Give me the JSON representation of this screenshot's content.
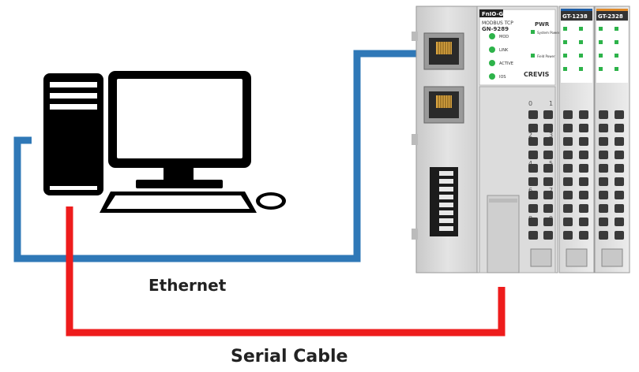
{
  "labels": {
    "ethernet": "Ethernet",
    "serial": "Serial Cable"
  },
  "head_module": {
    "title": "FnIO-G",
    "protocol": "MODBUS TCP",
    "model": "GN-9289",
    "pwr": "PWR",
    "system_power": "System Power",
    "field_power": "Field Power",
    "leds": [
      "MOD",
      "LINK",
      "ACTIVE",
      "IOS"
    ],
    "brand": "CREVIS"
  },
  "io_modules": [
    {
      "name": "GT-1238",
      "accent": "#1f5fa8"
    },
    {
      "name": "GT-2328",
      "accent": "#e08a2a"
    }
  ],
  "terminal_numbers_left": [
    "0",
    "2",
    "4",
    "6",
    "8"
  ],
  "terminal_numbers_right": [
    "1",
    "3",
    "5",
    "7",
    "9"
  ],
  "colors": {
    "ethernet_cable": "#2f78b7",
    "serial_cable": "#ee1c1c",
    "led_green": "#2db34a",
    "computer": "#000000"
  },
  "icons": [
    "desktop-computer-icon",
    "monitor-icon",
    "keyboard-icon",
    "mouse-icon",
    "plc-device-icon"
  ]
}
